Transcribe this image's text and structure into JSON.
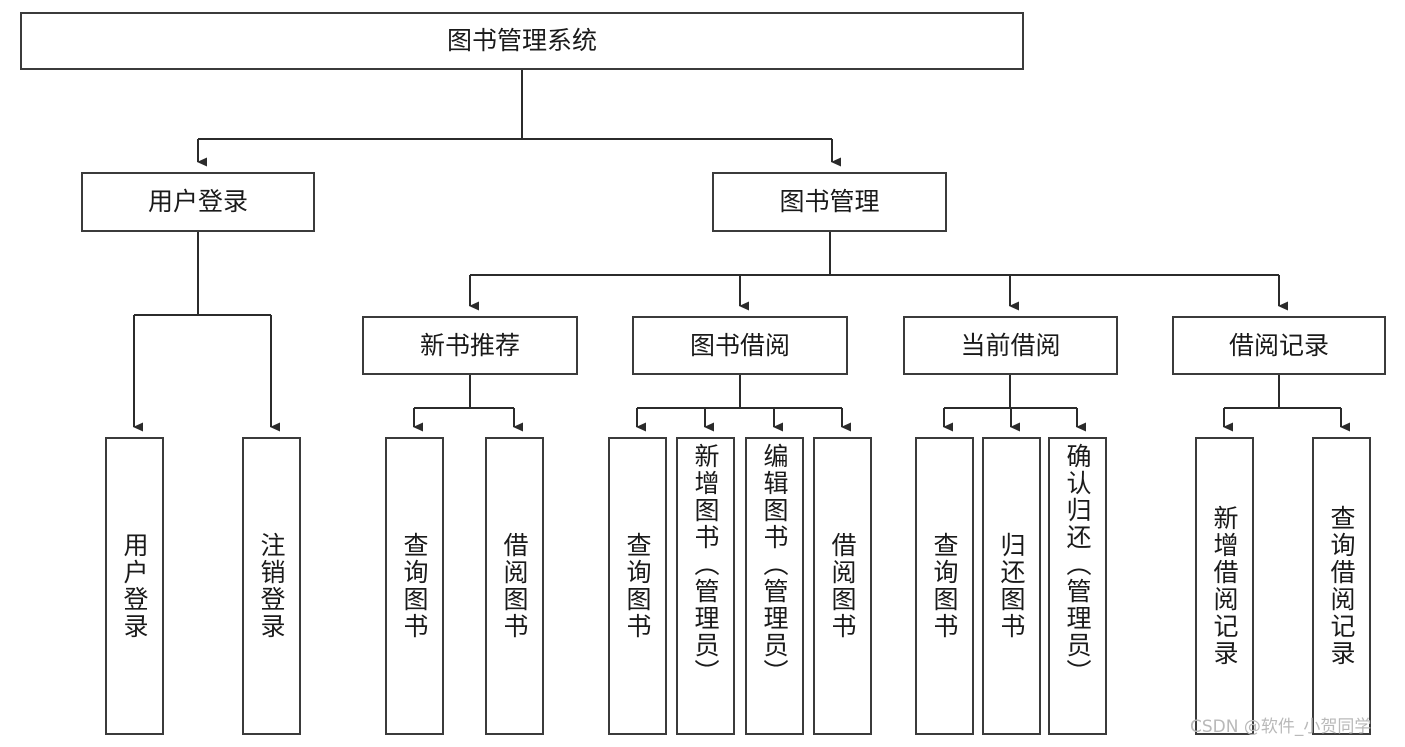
{
  "diagram": {
    "type": "tree-hierarchy",
    "title": "图书管理系统",
    "orientation": "top-down",
    "style": {
      "box_border_color": "#3b3b3b",
      "box_fill_color": "#ffffff",
      "connector_color": "#2b2b2b",
      "text_color": "#1a1a1a",
      "background_color": "#ffffff"
    },
    "levels": [
      {
        "level": 1,
        "nodes": [
          {
            "id": "root",
            "label": "图书管理系统",
            "text_mode": "horizontal"
          }
        ]
      },
      {
        "level": 2,
        "nodes": [
          {
            "id": "login",
            "label": "用户登录",
            "text_mode": "horizontal",
            "parent": "root"
          },
          {
            "id": "bookmgmt",
            "label": "图书管理",
            "text_mode": "horizontal",
            "parent": "root"
          }
        ]
      },
      {
        "level": 3,
        "nodes": [
          {
            "id": "newbook",
            "label": "新书推荐",
            "text_mode": "horizontal",
            "parent": "bookmgmt"
          },
          {
            "id": "borrow",
            "label": "图书借阅",
            "text_mode": "horizontal",
            "parent": "bookmgmt"
          },
          {
            "id": "current",
            "label": "当前借阅",
            "text_mode": "horizontal",
            "parent": "bookmgmt"
          },
          {
            "id": "record",
            "label": "借阅记录",
            "text_mode": "horizontal",
            "parent": "bookmgmt"
          }
        ]
      },
      {
        "level": 4,
        "nodes": [
          {
            "id": "leaf1",
            "label": "用户登录",
            "text_mode": "vertical",
            "parent": "login"
          },
          {
            "id": "leaf2",
            "label": "注销登录",
            "text_mode": "vertical",
            "parent": "login"
          },
          {
            "id": "leaf3",
            "label": "查询图书",
            "text_mode": "vertical",
            "parent": "newbook"
          },
          {
            "id": "leaf4",
            "label": "借阅图书",
            "text_mode": "vertical",
            "parent": "newbook"
          },
          {
            "id": "leaf5",
            "label": "查询图书",
            "text_mode": "vertical",
            "parent": "borrow"
          },
          {
            "id": "leaf6",
            "label": "新增图书（管理员）",
            "text_mode": "vertical",
            "parent": "borrow"
          },
          {
            "id": "leaf7",
            "label": "编辑图书（管理员）",
            "text_mode": "vertical",
            "parent": "borrow"
          },
          {
            "id": "leaf8",
            "label": "借阅图书",
            "text_mode": "vertical",
            "parent": "borrow"
          },
          {
            "id": "leaf9",
            "label": "查询图书",
            "text_mode": "vertical",
            "parent": "current"
          },
          {
            "id": "leaf10",
            "label": "归还图书",
            "text_mode": "vertical",
            "parent": "current"
          },
          {
            "id": "leaf11",
            "label": "确认归还（管理员）",
            "text_mode": "vertical",
            "parent": "current"
          },
          {
            "id": "leaf12",
            "label": "新增借阅记录",
            "text_mode": "vertical",
            "parent": "record"
          },
          {
            "id": "leaf13",
            "label": "查询借阅记录",
            "text_mode": "vertical",
            "parent": "record"
          }
        ]
      }
    ]
  },
  "watermark": {
    "text": "CSDN @软件_小贺同学"
  }
}
